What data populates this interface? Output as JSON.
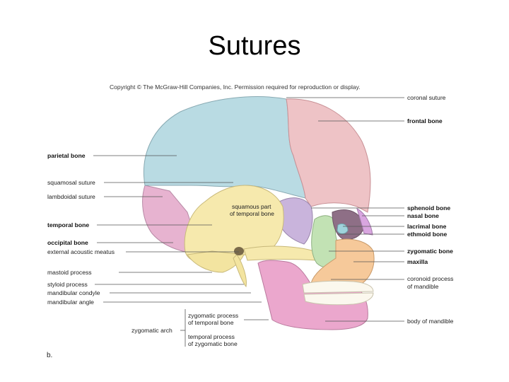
{
  "title": "Sutures",
  "copyright": "Copyright © The McGraw-Hill Companies, Inc. Permission required for reproduction or display.",
  "panel_label": "b.",
  "left_labels": {
    "parietal_bone": "parietal bone",
    "squamosal_suture": "squamosal suture",
    "lambdoidal_suture": "lambdoidal suture",
    "temporal_bone": "temporal bone",
    "occipital_bone": "occipital bone",
    "external_acoustic_meatus": "external acoustic meatus",
    "mastoid_process": "mastoid process",
    "styloid_process": "styloid process",
    "mandibular_condyle": "mandibular condyle",
    "mandibular_angle": "mandibular angle",
    "zygomatic_arch": "zygomatic arch"
  },
  "right_labels": {
    "coronal_suture": "coronal suture",
    "frontal_bone": "frontal bone",
    "sphenoid_bone": "sphenoid bone",
    "nasal_bone": "nasal bone",
    "lacrimal_bone": "lacrimal bone",
    "ethmoid_bone": "ethmoid bone",
    "zygomatic_bone": "zygomatic bone",
    "maxilla": "maxilla",
    "coronoid_process_line1": "coronoid process",
    "coronoid_process_line2": "of mandible",
    "body_of_mandible": "body of mandible"
  },
  "inner_labels": {
    "squamous_part_line1": "squamous part",
    "squamous_part_line2": "of temporal bone",
    "zygomatic_process_line1": "zygomatic process",
    "zygomatic_process_line2": "of temporal bone",
    "temporal_process_line1": "temporal process",
    "temporal_process_line2": "of zygomatic bone"
  },
  "colors": {
    "parietal": "#b9dbe3",
    "frontal": "#eec3c6",
    "temporal": "#f6e9ad",
    "occipital": "#e7b3d0",
    "sphenoid": "#c9b4dc",
    "zygomatic": "#c2e2b4",
    "maxilla": "#f6c99a",
    "mandible": "#eba7cd",
    "nasal": "#d9a6e0",
    "lacrimal": "#9fd3dc",
    "teeth": "#fbf8ee",
    "leader": "#555555"
  }
}
